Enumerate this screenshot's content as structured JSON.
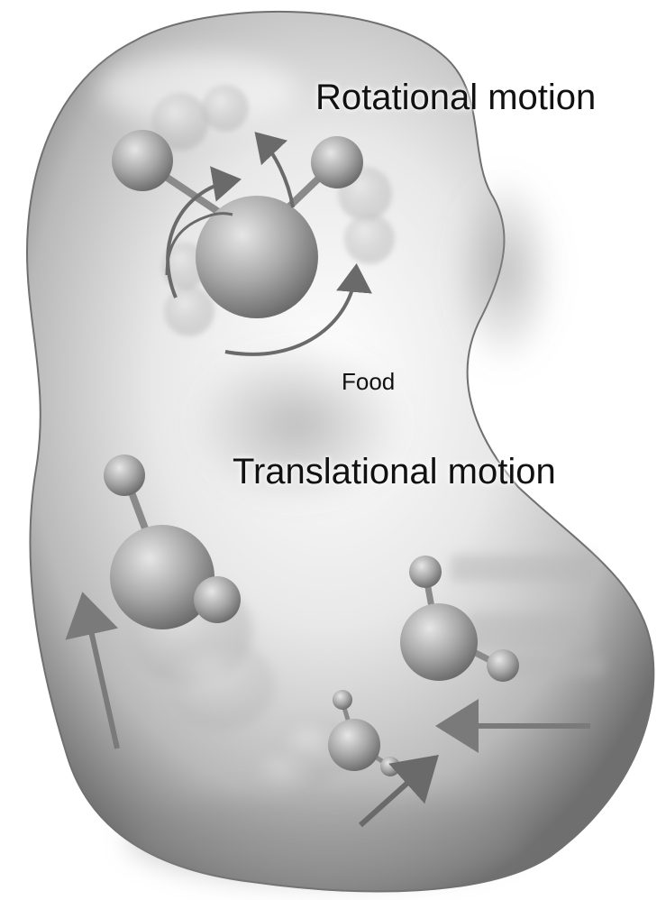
{
  "labels": {
    "rotational": "Rotational motion",
    "food": "Food",
    "translational": "Translational motion"
  },
  "colors": {
    "food_light": "#f4f4f4",
    "food_mid": "#bdbdbd",
    "food_dark": "#6e6e6e",
    "molecule": "#9a9a9a",
    "arrow": "#7a7a7a"
  }
}
